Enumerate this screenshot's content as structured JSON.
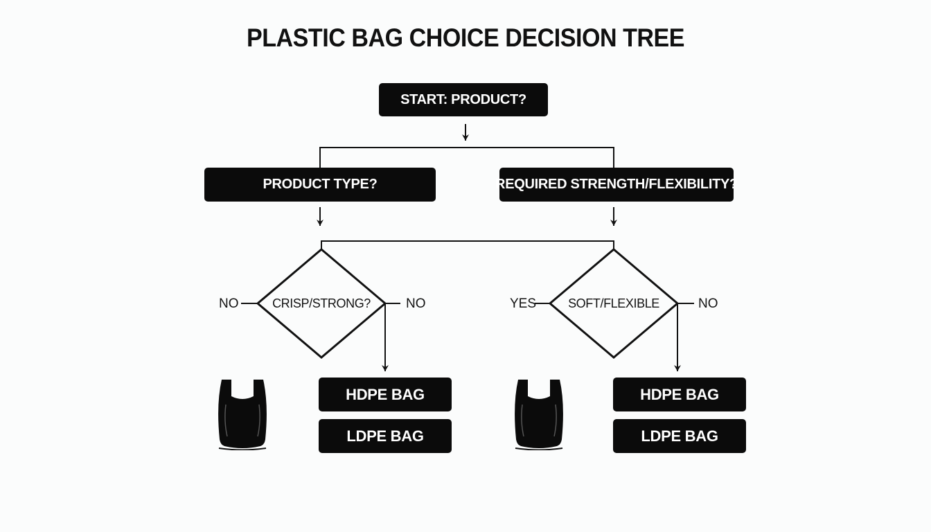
{
  "title": "PLASTIC BAG CHOICE DECISION TREE",
  "nodes": {
    "start": "START: PRODUCT?",
    "product_type": "PRODUCT TYPE?",
    "required_strength": "REQUIRED STRENGTH/FLEXIBILITY?"
  },
  "left_branch": {
    "decision": "CRISP/STRONG?",
    "left_label": "NO",
    "right_label": "NO",
    "result_1": "HDPE BAG",
    "result_2": "LDPE BAG"
  },
  "right_branch": {
    "decision": "SOFT/FLEXIBLE",
    "left_label": "YES",
    "right_label": "NO",
    "result_1": "HDPE BAG",
    "result_2": "LDPE BAG"
  },
  "icons": [
    "plastic-bag-icon",
    "plastic-bag-icon"
  ],
  "colors": {
    "box_fill": "#0b0b0b",
    "box_text": "#ffffff",
    "line": "#111111",
    "background": "#fbfcfc"
  }
}
